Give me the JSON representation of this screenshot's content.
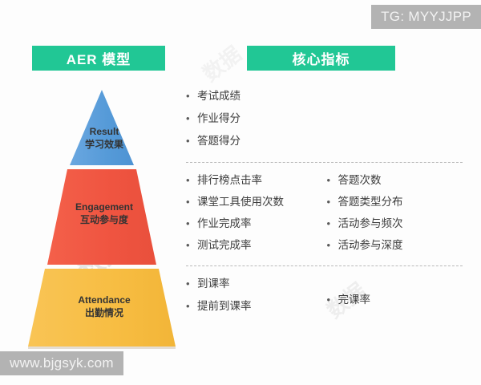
{
  "watermarks": {
    "top_right": "TG: MYYJJPP",
    "bottom_left": "www.bjgsyk.com",
    "ghost_1": "数据",
    "ghost_2": "数据",
    "ghost_3": "数据"
  },
  "banners": {
    "left": "AER 模型",
    "right": "核心指标",
    "color": "#21c795"
  },
  "pyramid": {
    "tiers": [
      {
        "id": "result",
        "english": "Result",
        "chinese": "学习效果",
        "color": "#5a9bd8"
      },
      {
        "id": "engagement",
        "english": "Engagement",
        "chinese": "互动参与度",
        "color": "#f05540"
      },
      {
        "id": "attendance",
        "english": "Attendance",
        "chinese": "出勤情况",
        "color": "#f7bd42"
      }
    ]
  },
  "metrics": {
    "bullet": "•",
    "groups": [
      {
        "id": "result-metrics",
        "left_column": [
          "考试成绩",
          "作业得分",
          "答题得分"
        ],
        "right_column": []
      },
      {
        "id": "engagement-metrics",
        "left_column": [
          "排行榜点击率",
          "课堂工具使用次数",
          "作业完成率",
          "测试完成率"
        ],
        "right_column": [
          "答题次数",
          "答题类型分布",
          "活动参与频次",
          "活动参与深度"
        ]
      },
      {
        "id": "attendance-metrics",
        "left_column": [
          "到课率",
          "提前到课率"
        ],
        "right_column": [
          "完课率"
        ]
      }
    ]
  }
}
